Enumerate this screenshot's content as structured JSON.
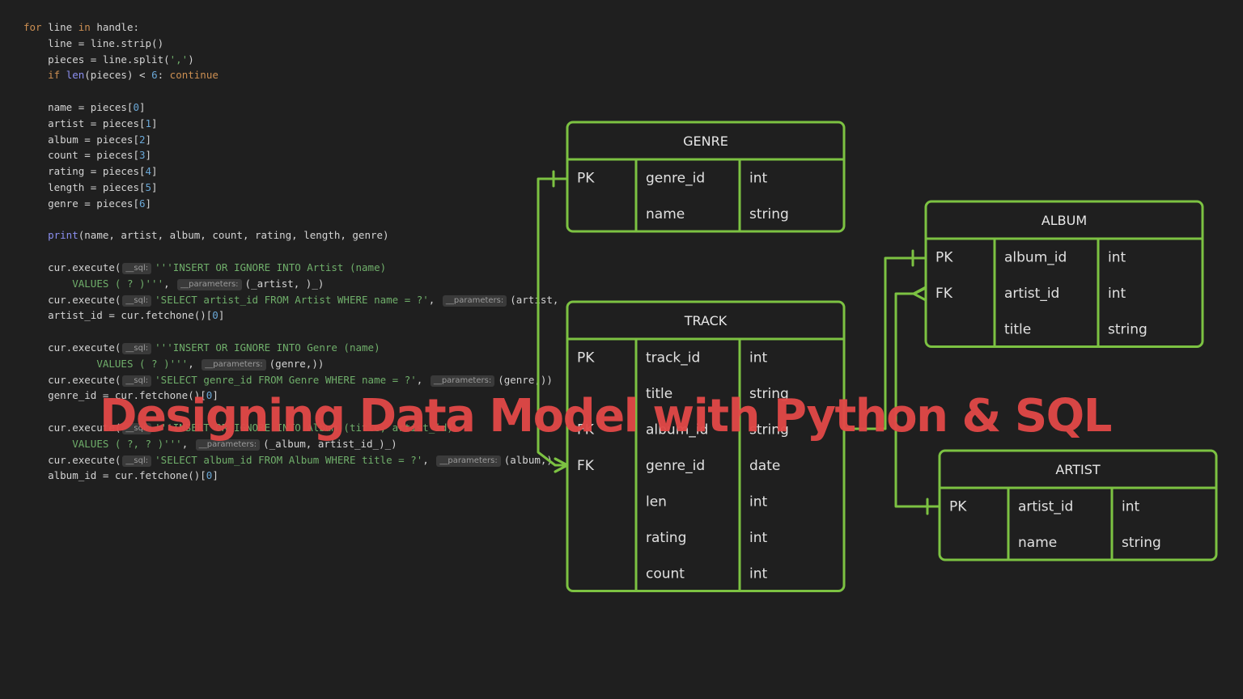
{
  "code_lines": [
    [
      {
        "t": "for",
        "c": "kw"
      },
      {
        "t": " line "
      },
      {
        "t": "in",
        "c": "kw"
      },
      {
        "t": " handle:"
      }
    ],
    [
      {
        "t": "    line = line.strip()"
      }
    ],
    [
      {
        "t": "    pieces = line.split("
      },
      {
        "t": "','",
        "c": "str"
      },
      {
        "t": ")"
      }
    ],
    [
      {
        "t": "    "
      },
      {
        "t": "if",
        "c": "kw"
      },
      {
        "t": " "
      },
      {
        "t": "len",
        "c": "bi"
      },
      {
        "t": "(pieces) < "
      },
      {
        "t": "6",
        "c": "num"
      },
      {
        "t": ": "
      },
      {
        "t": "continue",
        "c": "kw"
      }
    ],
    [],
    [
      {
        "t": "    name = pieces["
      },
      {
        "t": "0",
        "c": "num"
      },
      {
        "t": "]"
      }
    ],
    [
      {
        "t": "    artist = pieces["
      },
      {
        "t": "1",
        "c": "num"
      },
      {
        "t": "]"
      }
    ],
    [
      {
        "t": "    album = pieces["
      },
      {
        "t": "2",
        "c": "num"
      },
      {
        "t": "]"
      }
    ],
    [
      {
        "t": "    count = pieces["
      },
      {
        "t": "3",
        "c": "num"
      },
      {
        "t": "]"
      }
    ],
    [
      {
        "t": "    rating = pieces["
      },
      {
        "t": "4",
        "c": "num"
      },
      {
        "t": "]"
      }
    ],
    [
      {
        "t": "    length = pieces["
      },
      {
        "t": "5",
        "c": "num"
      },
      {
        "t": "]"
      }
    ],
    [
      {
        "t": "    genre = pieces["
      },
      {
        "t": "6",
        "c": "num"
      },
      {
        "t": "]"
      }
    ],
    [],
    [
      {
        "t": "    "
      },
      {
        "t": "print",
        "c": "bi"
      },
      {
        "t": "(name, artist, album, count, rating, length, genre)"
      }
    ],
    [],
    [
      {
        "t": "    cur.execute("
      },
      {
        "t": "__sql:",
        "c": "hint"
      },
      {
        "t": "'''INSERT OR IGNORE INTO Artist (name)",
        "c": "str"
      }
    ],
    [
      {
        "t": "        "
      },
      {
        "t": "VALUES ( ? )'''",
        "c": "str"
      },
      {
        "t": ", "
      },
      {
        "t": "__parameters:",
        "c": "hint"
      },
      {
        "t": "(_artist, )_)"
      }
    ],
    [
      {
        "t": "    cur.execute("
      },
      {
        "t": "__sql:",
        "c": "hint"
      },
      {
        "t": "'SELECT artist_id FROM Artist WHERE name = ?'",
        "c": "str"
      },
      {
        "t": ", "
      },
      {
        "t": "__parameters:",
        "c": "hint"
      },
      {
        "t": "(artist,"
      }
    ],
    [
      {
        "t": "    artist_id = cur.fetchone()["
      },
      {
        "t": "0",
        "c": "num"
      },
      {
        "t": "]"
      }
    ],
    [],
    [
      {
        "t": "    cur.execute("
      },
      {
        "t": "__sql:",
        "c": "hint"
      },
      {
        "t": "'''INSERT OR IGNORE INTO Genre (name)",
        "c": "str"
      }
    ],
    [
      {
        "t": "            "
      },
      {
        "t": "VALUES ( ? )'''",
        "c": "str"
      },
      {
        "t": ", "
      },
      {
        "t": "__parameters:",
        "c": "hint"
      },
      {
        "t": "(genre,))"
      }
    ],
    [
      {
        "t": "    cur.execute("
      },
      {
        "t": "__sql:",
        "c": "hint"
      },
      {
        "t": "'SELECT genre_id FROM Genre WHERE name = ?'",
        "c": "str"
      },
      {
        "t": ", "
      },
      {
        "t": "__parameters:",
        "c": "hint"
      },
      {
        "t": "(genre,))"
      }
    ],
    [
      {
        "t": "    genre_id = cur.fetchone()["
      },
      {
        "t": "0",
        "c": "num"
      },
      {
        "t": "]"
      }
    ],
    [],
    [
      {
        "t": "    cur.execute("
      },
      {
        "t": "__sql:",
        "c": "hint"
      },
      {
        "t": "'''INSERT OR IGNORE INTO Album (title, artist_id)",
        "c": "str"
      }
    ],
    [
      {
        "t": "        "
      },
      {
        "t": "VALUES ( ?, ? )'''",
        "c": "str"
      },
      {
        "t": ", "
      },
      {
        "t": "__parameters:",
        "c": "hint"
      },
      {
        "t": "(_album, artist_id_)_)"
      }
    ],
    [
      {
        "t": "    cur.execute("
      },
      {
        "t": "__sql:",
        "c": "hint"
      },
      {
        "t": "'SELECT album_id FROM Album WHERE title = ?'",
        "c": "str"
      },
      {
        "t": ", "
      },
      {
        "t": "__parameters:",
        "c": "hint"
      },
      {
        "t": "(album,)"
      }
    ],
    [
      {
        "t": "    album_id = cur.fetchone()["
      },
      {
        "t": "0",
        "c": "num"
      },
      {
        "t": "]"
      }
    ]
  ],
  "entities": {
    "genre": {
      "name": "GENRE",
      "rows": [
        [
          "PK",
          "genre_id",
          "int"
        ],
        [
          "",
          "name",
          "string"
        ]
      ]
    },
    "track": {
      "name": "TRACK",
      "rows": [
        [
          "PK",
          "track_id",
          "int"
        ],
        [
          "",
          "title",
          "string"
        ],
        [
          "FK",
          "album_id",
          "string"
        ],
        [
          "FK",
          "genre_id",
          "date"
        ],
        [
          "",
          "len",
          "int"
        ],
        [
          "",
          "rating",
          "int"
        ],
        [
          "",
          "count",
          "int"
        ]
      ]
    },
    "album": {
      "name": "ALBUM",
      "rows": [
        [
          "PK",
          "album_id",
          "int"
        ],
        [
          "FK",
          "artist_id",
          "int"
        ],
        [
          "",
          "title",
          "string"
        ]
      ]
    },
    "artist": {
      "name": "ARTIST",
      "rows": [
        [
          "PK",
          "artist_id",
          "int"
        ],
        [
          "",
          "name",
          "string"
        ]
      ]
    }
  },
  "colors": {
    "background": "#1f1f1f",
    "erd_line": "#7cc242",
    "title": "#e04847"
  },
  "title": "Designing Data Model with Python & SQL"
}
